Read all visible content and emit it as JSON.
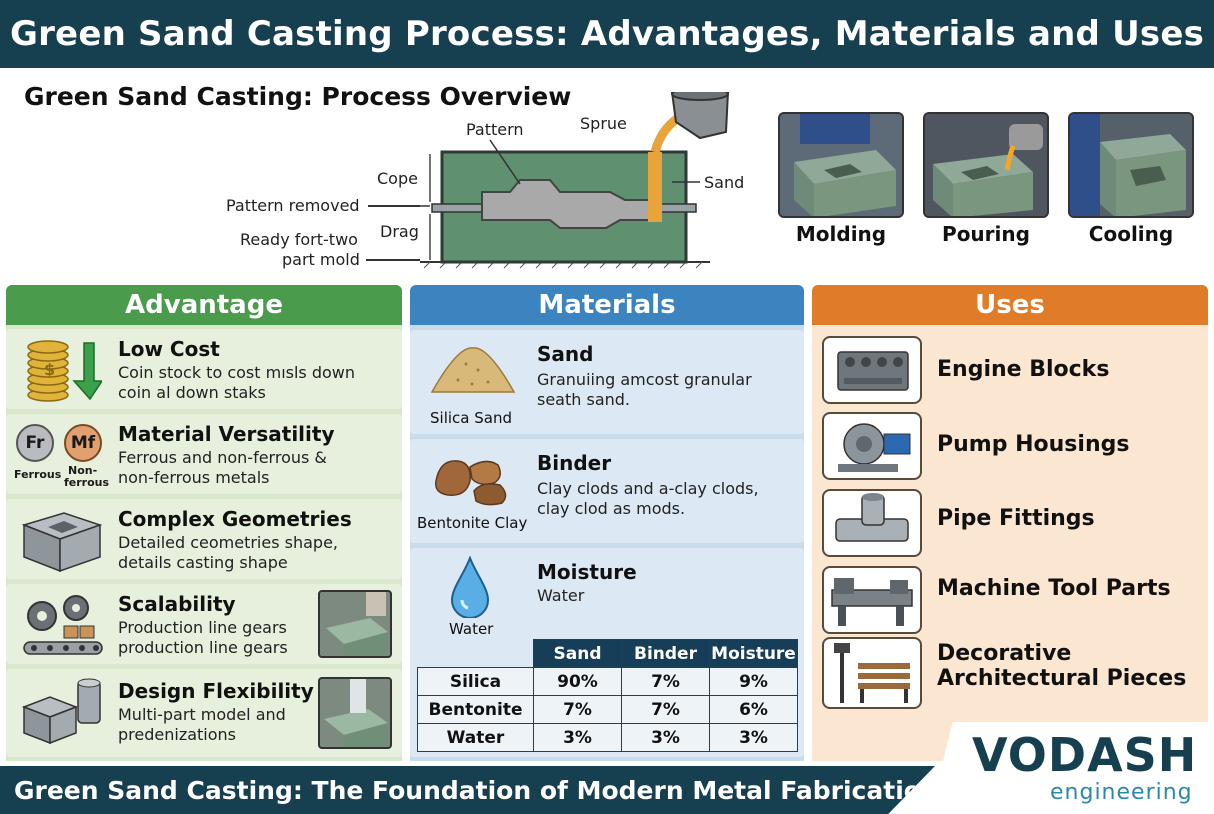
{
  "header": {
    "title": "Green Sand Casting Process: Advantages, Materials and Uses"
  },
  "overview": {
    "title": "Green Sand Casting: Process Overview",
    "labels": {
      "pattern": "Pattern",
      "sprue": "Sprue",
      "cope": "Cope",
      "sand": "Sand",
      "pattern_removed": "Pattern removed",
      "drag": "Drag",
      "ready_line1": "Ready fort-two",
      "ready_line2": "part mold"
    },
    "stages": [
      "Molding",
      "Pouring",
      "Cooling"
    ]
  },
  "advantage": {
    "heading": "Advantage",
    "color": "#4a9b4c",
    "items": [
      {
        "title": "Low Cost",
        "line1": "Coin stock to cost mısls down",
        "line2": "coin al down staks"
      },
      {
        "title": "Material Versatility",
        "line1": "Ferrous and non-ferrous &",
        "line2": "non-ferrous metals"
      },
      {
        "title": "Complex Geometries",
        "line1": "Detailed ceometries shape,",
        "line2": "details casting shape"
      },
      {
        "title": "Scalability",
        "line1": "Production line gears",
        "line2": "production line gears"
      },
      {
        "title": "Design Flexibility",
        "line1": "Multi-part model and",
        "line2": "predenizations"
      }
    ],
    "fr_symbol": "Fr",
    "mf_symbol": "Mf",
    "fr_caption": "Ferrous",
    "mf_caption_1": "Non-",
    "mf_caption_2": "ferrous"
  },
  "materials": {
    "heading": "Materials",
    "color": "#3c84c0",
    "items": [
      {
        "title": "Sand",
        "line1": "Granuiing amcost granular",
        "line2": "seath sand.",
        "caption": "Silica Sand"
      },
      {
        "title": "Binder",
        "line1": "Clay clods and a-clay clods,",
        "line2": "clay clod as mods.",
        "caption": "Bentonite Clay"
      },
      {
        "title": "Moisture",
        "line1": "Water",
        "line2": "",
        "caption": "Water"
      }
    ],
    "table": {
      "columns": [
        "Sand",
        "Binder",
        "Moisture"
      ],
      "rows": [
        {
          "name": "Silica",
          "values": [
            "90%",
            "7%",
            "9%"
          ]
        },
        {
          "name": "Bentonite",
          "values": [
            "7%",
            "7%",
            "6%"
          ]
        },
        {
          "name": "Water",
          "values": [
            "3%",
            "3%",
            "3%"
          ]
        }
      ]
    }
  },
  "uses": {
    "heading": "Uses",
    "color": "#e07b27",
    "items": [
      {
        "line1": "Engine Blocks",
        "line2": ""
      },
      {
        "line1": "Pump Housings",
        "line2": ""
      },
      {
        "line1": "Pipe Fittings",
        "line2": ""
      },
      {
        "line1": "Machine Tool Parts",
        "line2": ""
      },
      {
        "line1": "Decorative",
        "line2": "Architectural Pieces"
      }
    ]
  },
  "footer": {
    "tagline": "Green Sand Casting: The Foundation of Modern Metal Fabrication",
    "logo_main": "VODASH",
    "logo_sub": "engineering"
  }
}
